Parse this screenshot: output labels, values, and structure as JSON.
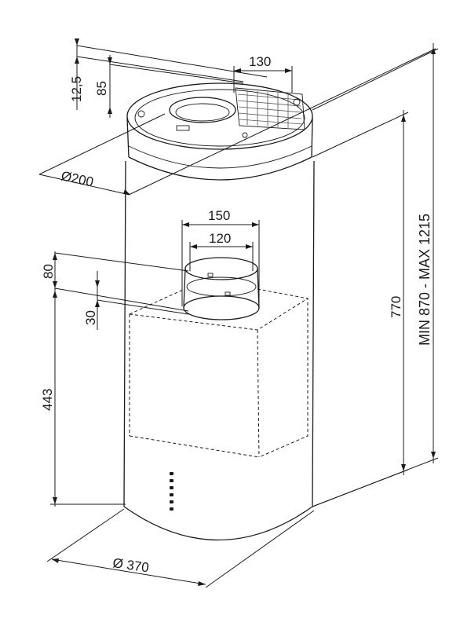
{
  "dimensions": {
    "top_offset": "12,5",
    "top_depth": "85",
    "grille_width": "130",
    "top_diameter": "Ø200",
    "outer_outlet": "150",
    "inner_outlet": "120",
    "outlet_height": "80",
    "outlet_offset": "30",
    "outlet_from_bottom": "443",
    "body_height": "770",
    "total_height": "MIN 870 - MAX 1215",
    "bottom_diameter": "Ø 370"
  }
}
